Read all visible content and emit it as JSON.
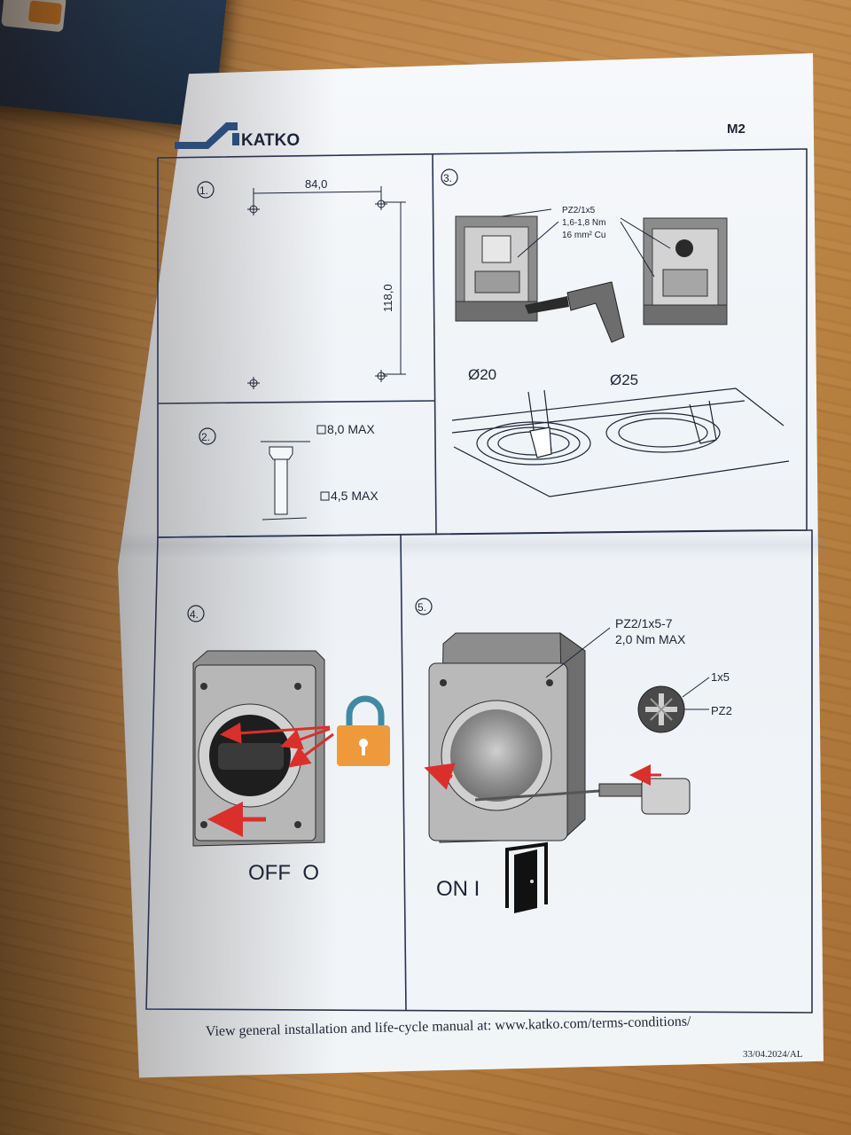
{
  "header": {
    "brand": "KATKO",
    "doc_code": "M2"
  },
  "panel1": {
    "step": "1.",
    "width_dim": "84,0",
    "height_dim": "118,0"
  },
  "panel2": {
    "step": "2.",
    "head_max": "8,0 MAX",
    "shaft_max": "4,5 MAX"
  },
  "panel3": {
    "step": "3.",
    "spec_line1": "PZ2/1x5",
    "spec_line2": "1,6-1,8 Nm",
    "spec_line3": "16 mm² Cu",
    "hole_small": "Ø20",
    "hole_large": "Ø25"
  },
  "panel4": {
    "step": "4.",
    "state": "OFF  O"
  },
  "panel5": {
    "step": "5.",
    "spec_line1": "PZ2/1x5-7",
    "spec_line2": "2,0 Nm MAX",
    "bit_size": "1x5",
    "bit_type": "PZ2",
    "state": "ON I"
  },
  "footer": {
    "note": "View general installation and life-cycle manual at: www.katko.com/terms-conditions/",
    "doc_date": "33/04.2024/AL"
  },
  "colors": {
    "ink": "#1e2436",
    "frame": "#2a3350",
    "arrow_red": "#d9302c",
    "lock_orange": "#ee9a3c",
    "lock_shackle": "#3f8aa3"
  }
}
